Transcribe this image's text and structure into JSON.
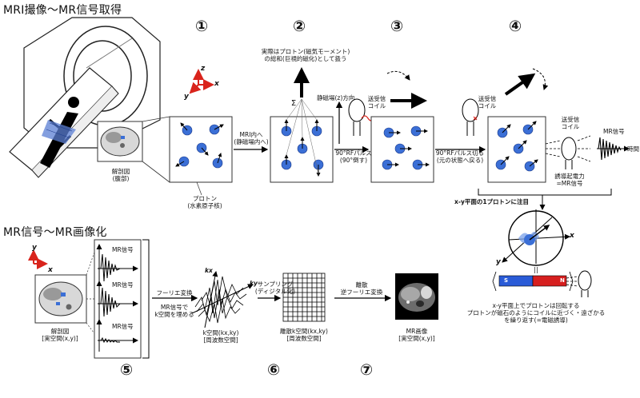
{
  "titles": {
    "top": "MRI撮像〜MR信号取得",
    "bottom": "MR信号〜MR画像化"
  },
  "step_numbers": [
    "①",
    "②",
    "③",
    "④",
    "⑤",
    "⑥",
    "⑦"
  ],
  "axes": {
    "x": "x",
    "y": "y",
    "z": "z"
  },
  "top_labels": {
    "anatomy": "解剖図\n(腹部)",
    "proton": "プロトン\n(水素原子核)",
    "into_mri": "MRI内へ\n(静磁場内へ)",
    "sum": "Σ",
    "net_mag": "実際はプロトン(磁気モーメント)\nの総和(巨視的磁化)として扱う",
    "static_field": "静磁場(z)方向",
    "coil1": "送受信\nコイル",
    "rf90": "90°RFパルス\n(90°倒す)",
    "coil2": "送受信\nコイル",
    "rf_off": "90°RFパルス切る\n(元の状態へ戻る)",
    "coil3": "送受信\nコイル",
    "mr_signal": "MR信号",
    "time": "時間",
    "induced": "誘導起電力\n=MR信号",
    "xy_focus": "x-y平面の1プロトンに注目",
    "rotation_note": "x-y平面上でプロトンは回転する\nプロトンが磁石のようにコイルに近づく・遠ざかる\nを繰り返す(=電磁誘導)",
    "magnet_s": "S",
    "magnet_n": "N",
    "parallel": "||"
  },
  "bottom_labels": {
    "anatomy": "解剖図\n[実空間(x,y)]",
    "mr_signal_1": "MR信号",
    "mr_signal_2": "MR信号",
    "mr_signal_3": "MR信号",
    "fourier": "フーリエ変換",
    "fill_k": "MR信号で\nk空間を埋める",
    "k_axis_x": "kx",
    "k_axis_y": "ky",
    "kspace": "k空間(kx,ky)\n[周波数空間]",
    "sampling": "サンプリング\n(ディジタル化)",
    "discrete_k": "離散k空間(kx,ky)\n[周波数空間]",
    "inverse": "離散\n逆フーリエ変換",
    "mr_image": "MR画像\n[実空間(x,y)]"
  },
  "colors": {
    "proton_blue": "#3b6fd6",
    "magnet_red": "#d61f1f",
    "magnet_blue": "#2a5bd7",
    "axis_red": "#d9241c",
    "accent": "#000000"
  }
}
